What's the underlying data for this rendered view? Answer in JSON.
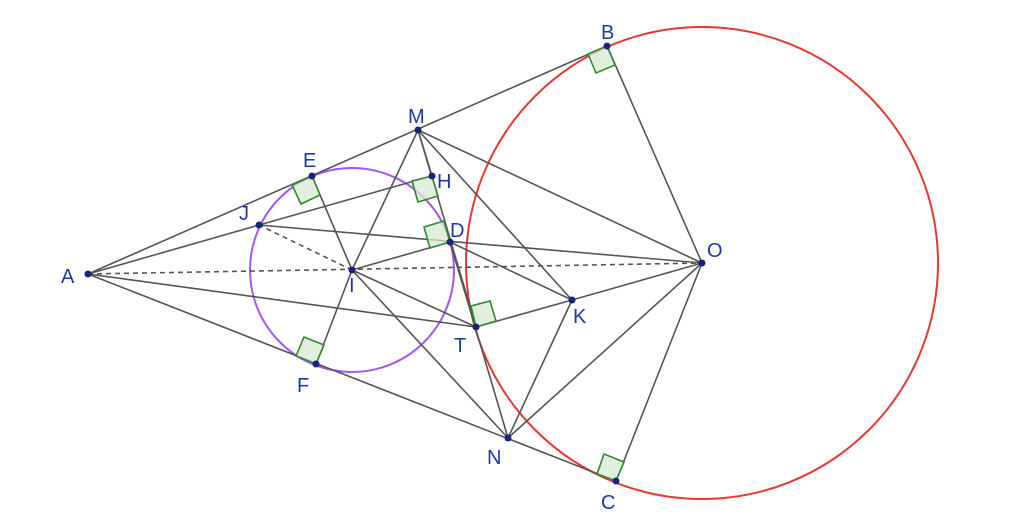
{
  "diagram": {
    "circles": {
      "circumcircle_O": {
        "color": "#e53935"
      },
      "incircle_I": {
        "color": "#a855f7"
      }
    },
    "line_color": "#555555",
    "point_color": "#1a237e",
    "label_color": "#1a3aa8",
    "right_angle_fill": "#d9ead3",
    "right_angle_stroke": "#2e8b2e",
    "labels": {
      "A": "A",
      "B": "B",
      "C": "C",
      "D": "D",
      "E": "E",
      "F": "F",
      "H": "H",
      "I": "I",
      "J": "J",
      "K": "K",
      "M": "M",
      "N": "N",
      "O": "O",
      "T": "T"
    }
  }
}
